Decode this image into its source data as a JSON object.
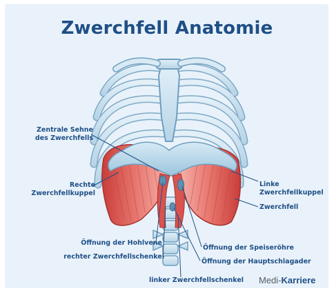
{
  "title": "Zwerchfell Anatomie",
  "labels": {
    "zentrale_sehne_1": "Zentrale Sehne",
    "zentrale_sehne_2": "des Zwerchfells",
    "rechte_kuppel_1": "Rechte",
    "rechte_kuppel_2": "Zwerchfellkuppel",
    "linke_kuppel_1": "Linke",
    "linke_kuppel_2": "Zwerchfellkuppel",
    "zwerchfell": "Zwerchfell",
    "hohlvene": "Öffnung der Hohlvene",
    "rechter_schenkel": "rechter Zwerchfellschenkel",
    "speiseroehre": "Öffnung der Speiseröhre",
    "hauptschlagader": "Öffnung der Hauptschlagader",
    "linker_schenkel": "linker Zwerchfellschenkel"
  },
  "brand": {
    "prefix": "Medi-",
    "name": "Karriere"
  },
  "colors": {
    "title": "#1f4f86",
    "label": "#1f4f86",
    "bone": "#c9e0ee",
    "bone_outline": "#6f9fbf",
    "muscle": "#d9534f",
    "muscle_light": "#f2a9a3",
    "tendon": "#a9cfe6",
    "background": "#e9f2fa"
  }
}
